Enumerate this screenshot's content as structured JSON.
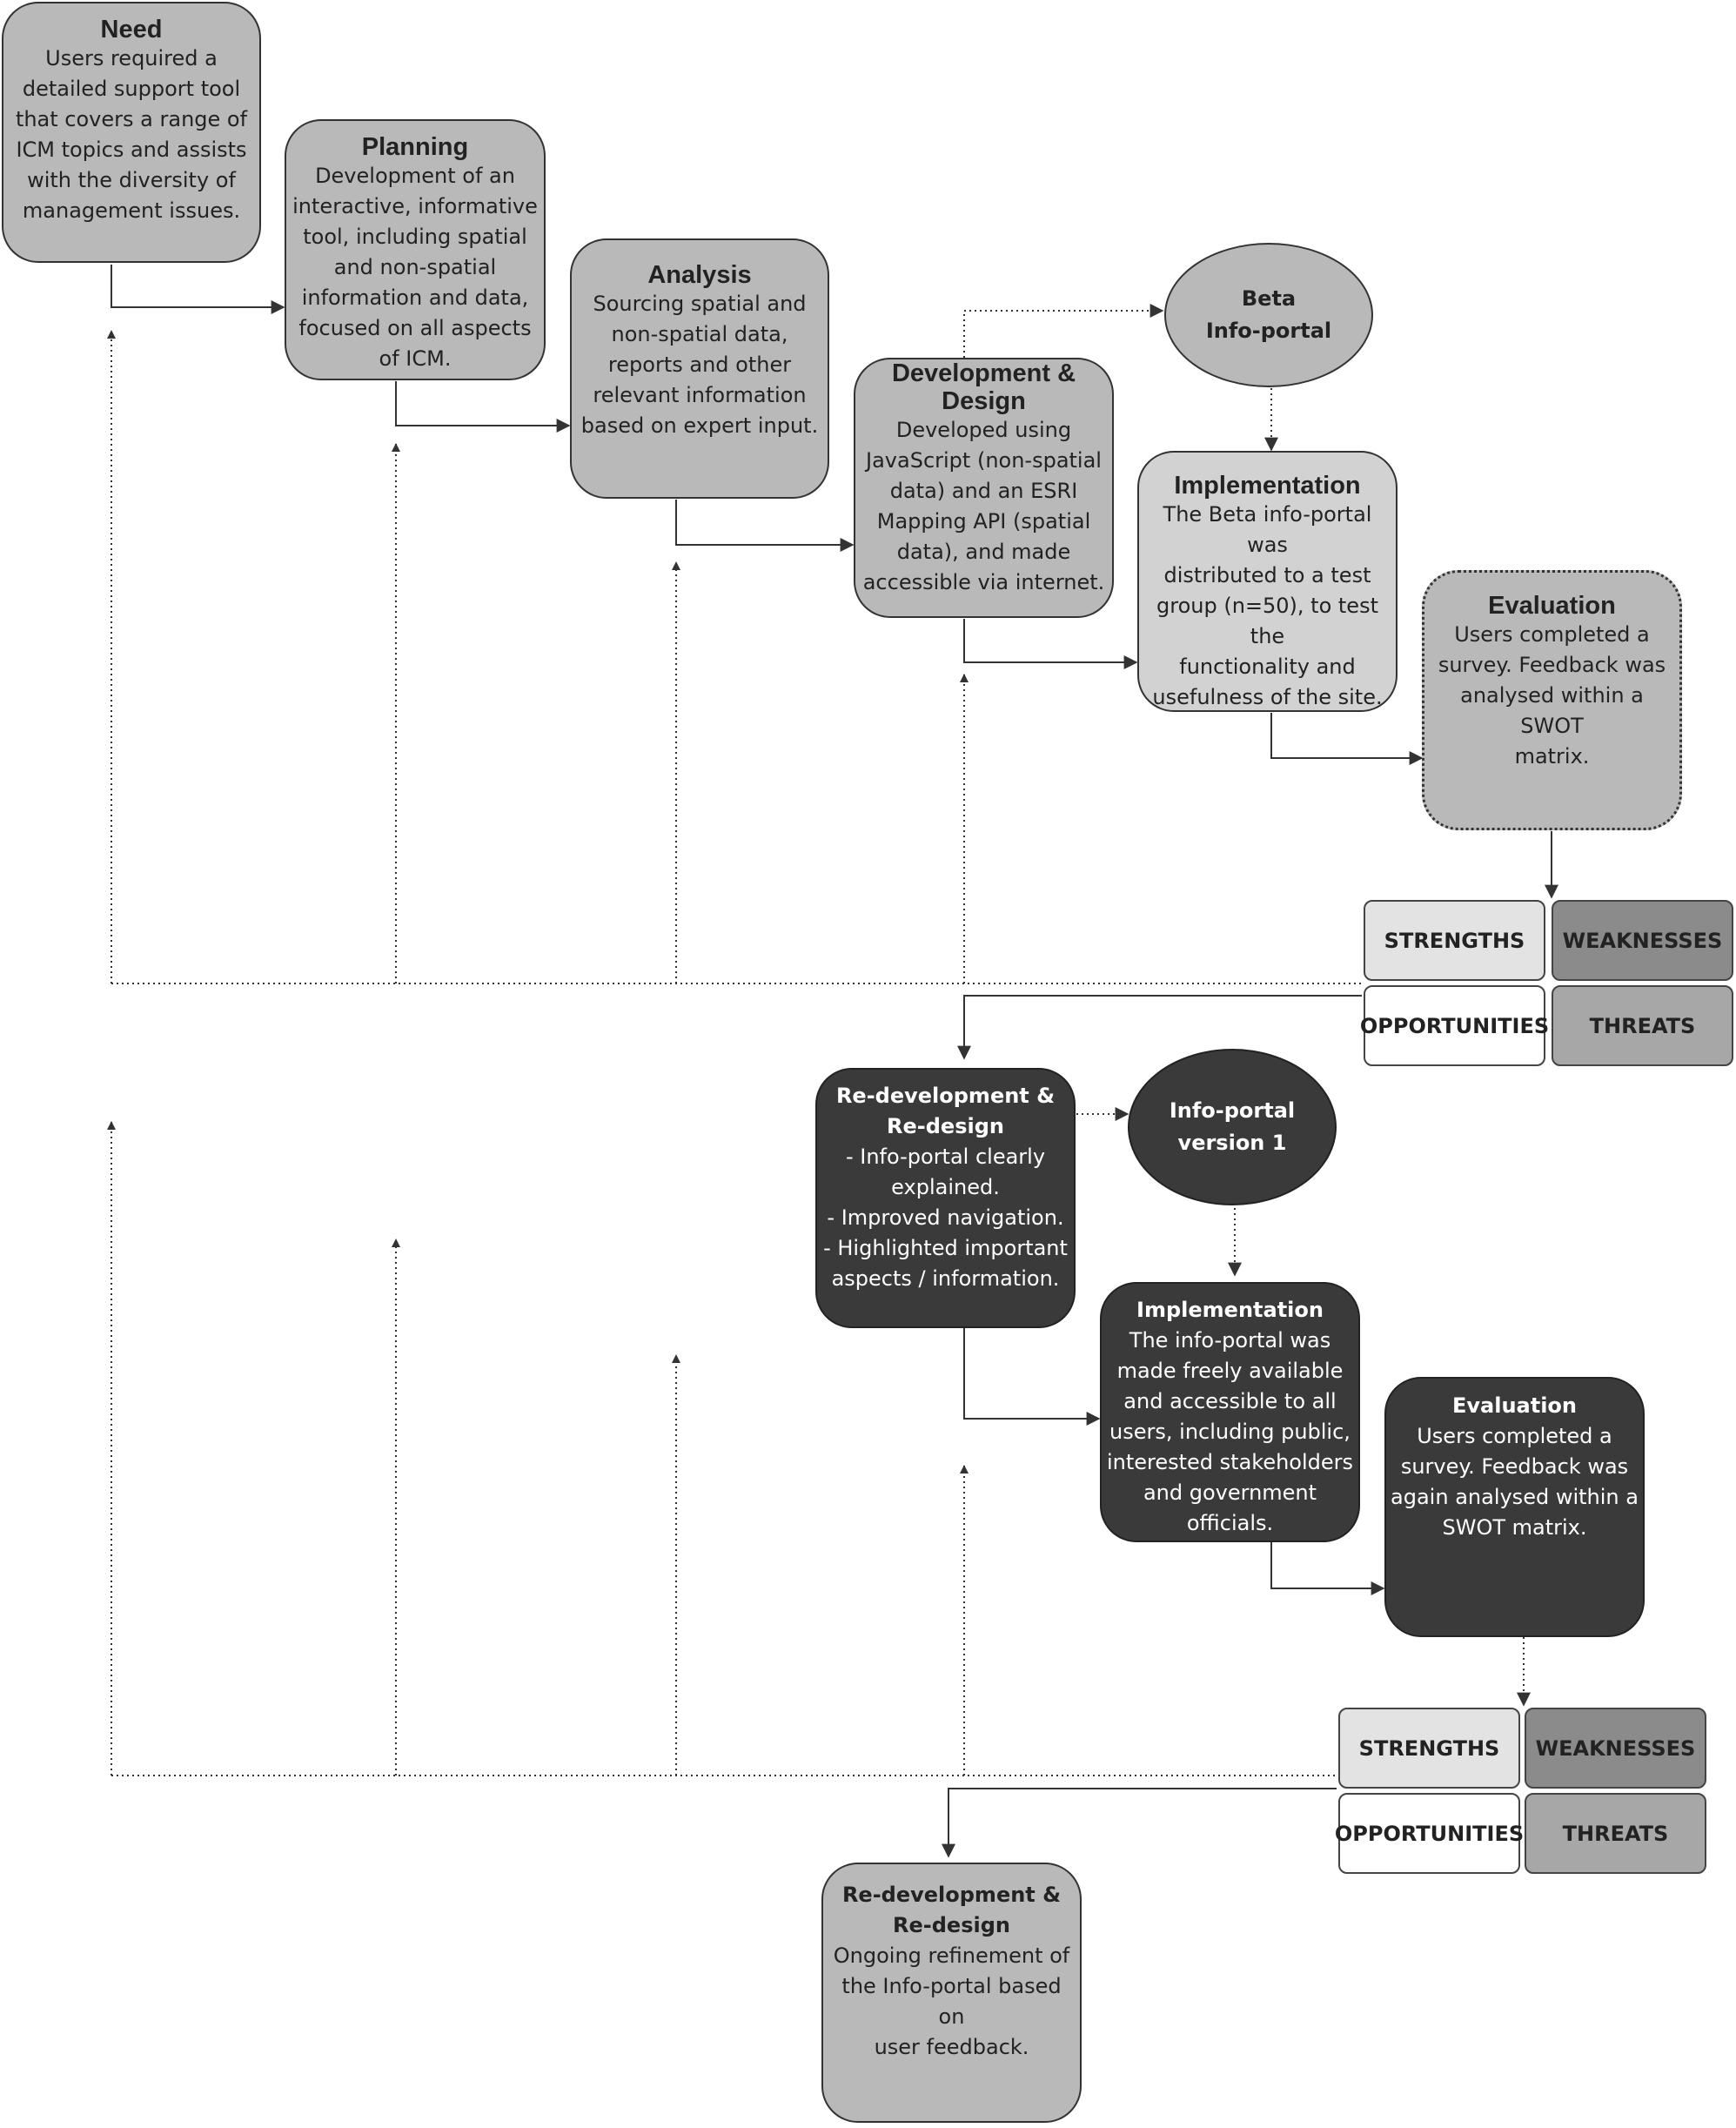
{
  "steps": {
    "need": {
      "title": "Need",
      "body": "Users required a\ndetailed support tool\nthat covers a range of\nICM topics and assists\nwith the diversity of\nmanagement issues."
    },
    "planning": {
      "title": "Planning",
      "body": "Development of an\ninteractive, informative\ntool, including spatial\nand non-spatial\ninformation and data,\nfocused on all aspects\nof ICM."
    },
    "analysis": {
      "title": "Analysis",
      "body": "Sourcing spatial and\nnon-spatial data,\nreports and other\nrelevant information\nbased on expert input."
    },
    "development": {
      "title_line1": "Development &",
      "title_line2": "Design",
      "body": "Developed using\nJavaScript (non-spatial\ndata) and an ESRI\nMapping API (spatial\ndata), and made\naccessible via internet."
    },
    "beta": {
      "label": "Beta\nInfo-portal"
    },
    "implementation1": {
      "title": "Implementation",
      "body": "The Beta info-portal was\ndistributed to a test\ngroup (n=50), to test the\nfunctionality and\nusefulness of the site."
    },
    "evaluation1": {
      "title": "Evaluation",
      "body": "Users completed a\nsurvey. Feedback was\nanalysed within a SWOT\nmatrix."
    },
    "redevelopment1": {
      "title_line1": "Re-development &",
      "title_line2": "Re-design",
      "body": "- Info-portal clearly\nexplained.\n- Improved navigation.\n- Highlighted important\naspects / information."
    },
    "version1": {
      "label": "Info-portal\nversion 1"
    },
    "implementation2": {
      "title": "Implementation",
      "body": "The info-portal was\nmade freely available\nand accessible to all\nusers, including public,\ninterested stakeholders\nand government\nofficials."
    },
    "evaluation2": {
      "title": "Evaluation",
      "body": "Users completed a\nsurvey. Feedback was\nagain analysed within a\nSWOT matrix."
    },
    "redevelopment2": {
      "title_line1": "Re-development &",
      "title_line2": "Re-design",
      "body": "Ongoing refinement of\nthe Info-portal based on\nuser feedback."
    }
  },
  "swot": {
    "strengths": "STRENGTHS",
    "weaknesses": "WEAKNESSES",
    "opportunities": "OPPORTUNITIES",
    "threats": "THREATS"
  },
  "colors": {
    "mid_grey": "#b9b9b9",
    "light_grey": "#d2d2d2",
    "dark": "#3a3a3a",
    "line": "#333333"
  }
}
